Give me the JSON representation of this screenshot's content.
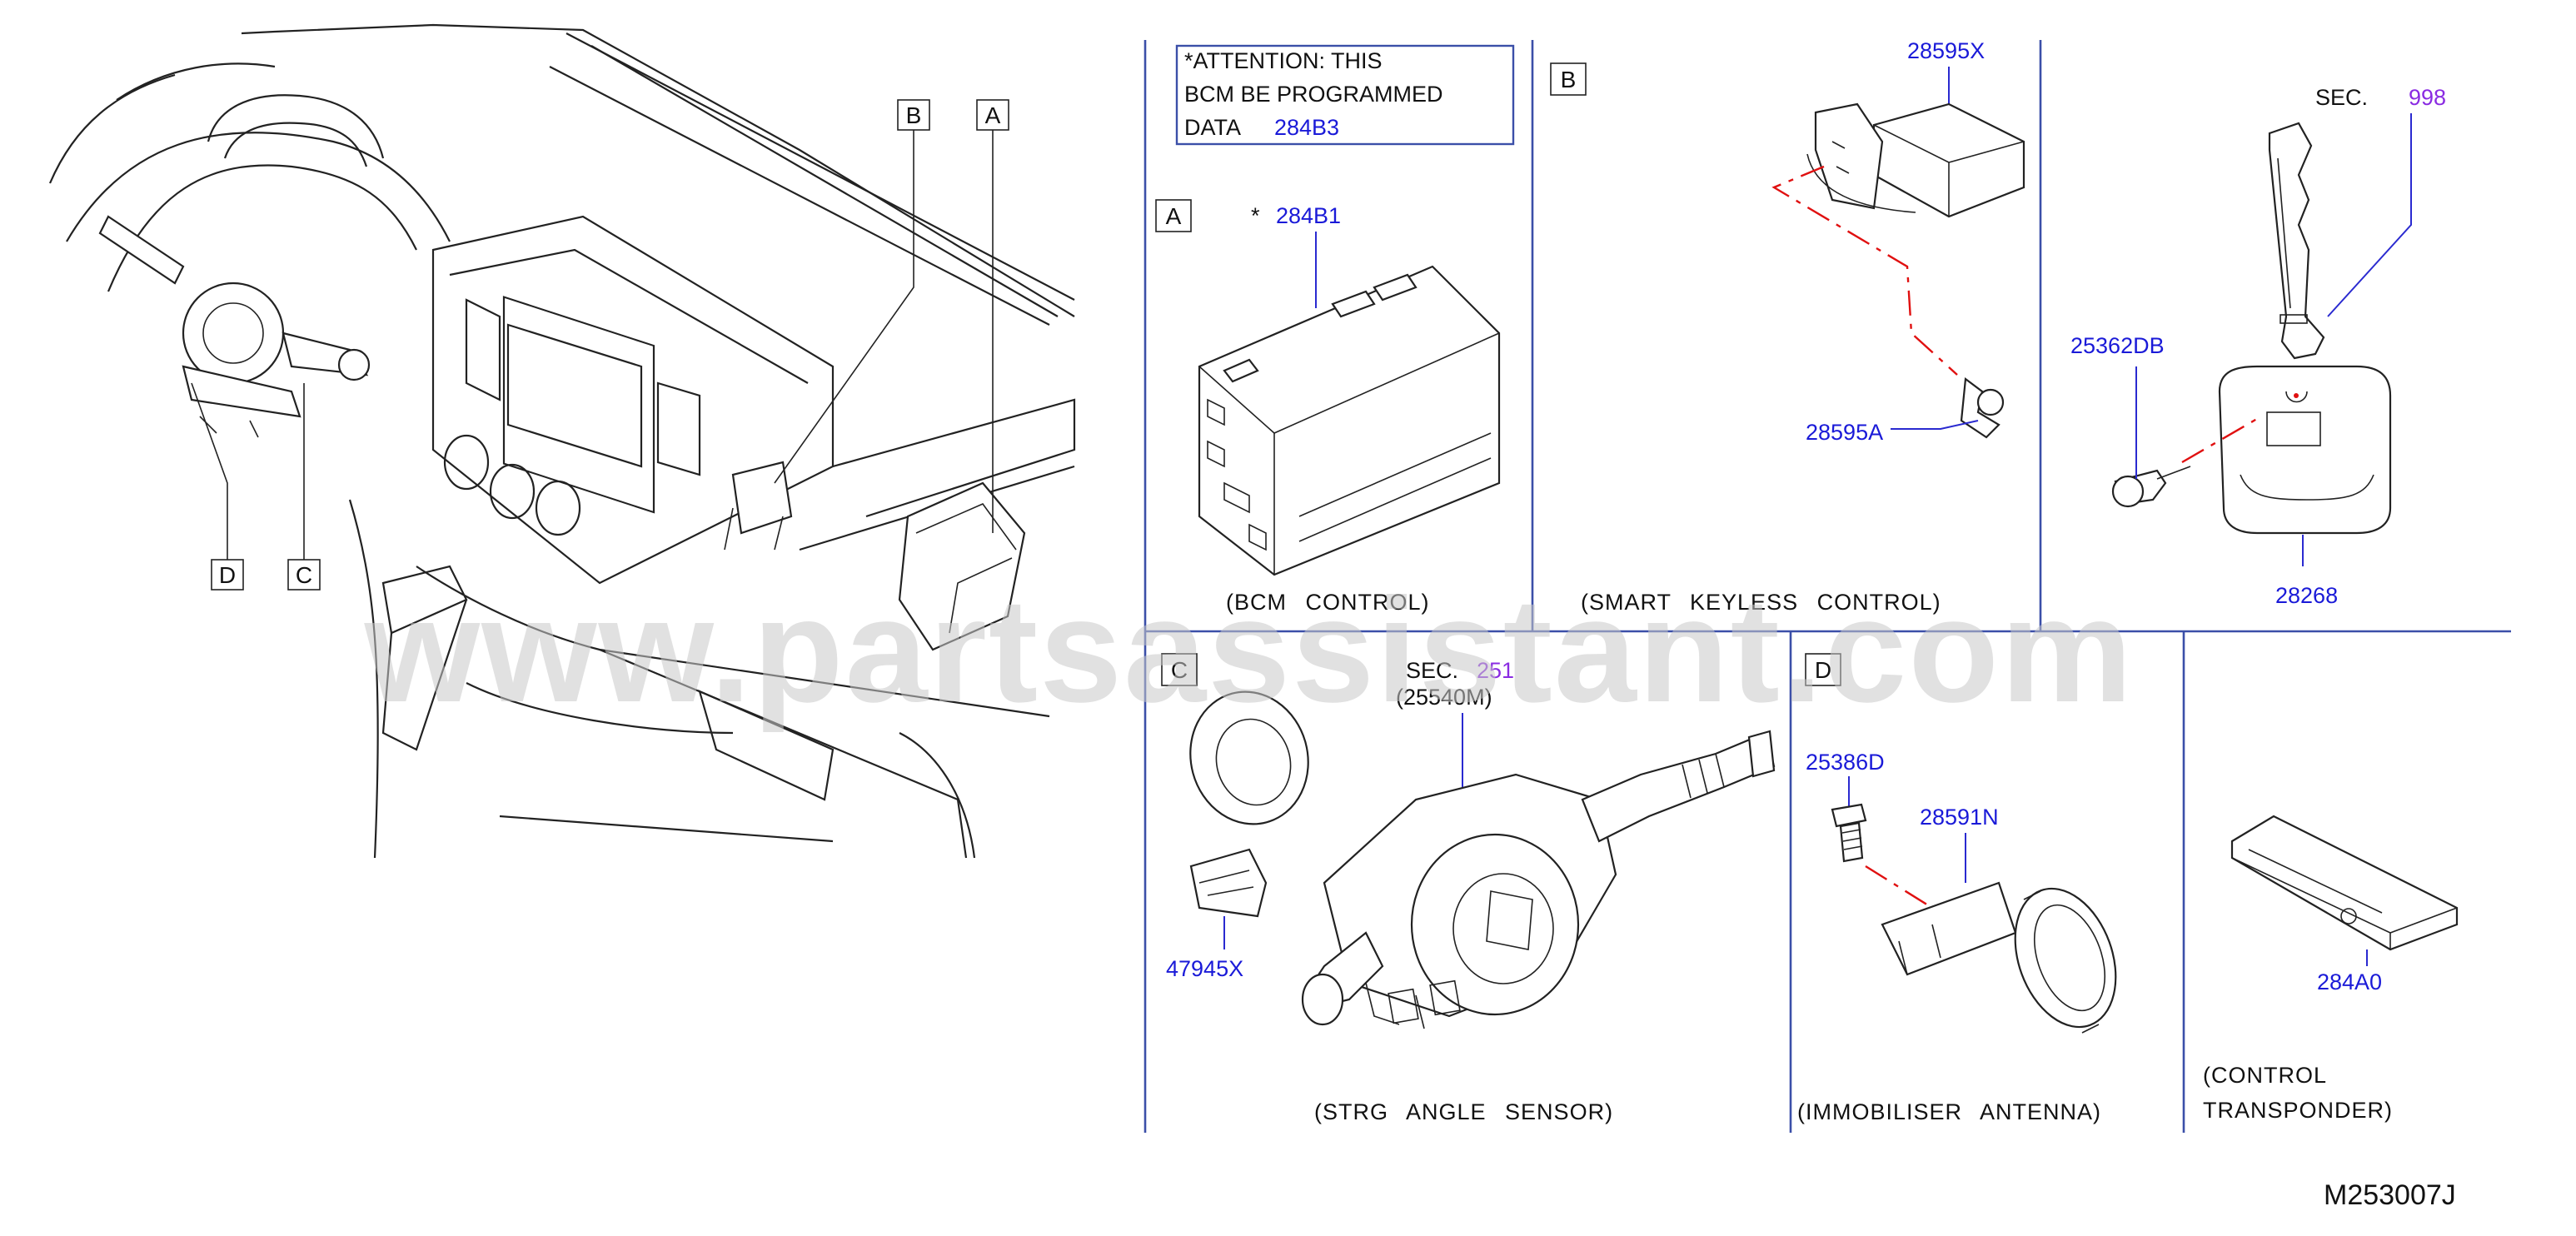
{
  "attention": {
    "line1": "*ATTENTION:  THIS",
    "line2": "BCM   BE   PROGRAMMED",
    "line3_prefix": "DATA",
    "line3_code": "284B3"
  },
  "overview": {
    "callouts": [
      "B",
      "A",
      "D",
      "C"
    ]
  },
  "panels": {
    "A": {
      "letter": "A",
      "star": "*",
      "part": "284B1",
      "caption": "(BCM  CONTROL)"
    },
    "B": {
      "letter": "B",
      "parts": [
        "28595X",
        "28595A"
      ],
      "caption": "(SMART  KEYLESS  CONTROL)"
    },
    "key": {
      "sec_label": "SEC.",
      "sec_code": "998",
      "parts": [
        "25362DB",
        "28268"
      ]
    },
    "C": {
      "letter": "C",
      "sec_label": "SEC.",
      "sec_code": "251",
      "sub_code": "(25540M)",
      "parts": [
        "47945X"
      ],
      "caption": "(STRG  ANGLE  SENSOR)"
    },
    "D": {
      "letter": "D",
      "parts": [
        "25386D",
        "28591N"
      ],
      "caption": "(IMMOBILISER  ANTENNA)"
    },
    "transponder": {
      "part": "284A0",
      "caption_line1": "(CONTROL",
      "caption_line2": "TRANSPONDER)"
    }
  },
  "watermark": "www.partsassistant.com",
  "diagram_code": "M253007J",
  "colors": {
    "part_number": "#1a1ad8",
    "section_ref": "#8a2be2",
    "divider": "#3b4fa8",
    "dash_line": "#e01010"
  }
}
